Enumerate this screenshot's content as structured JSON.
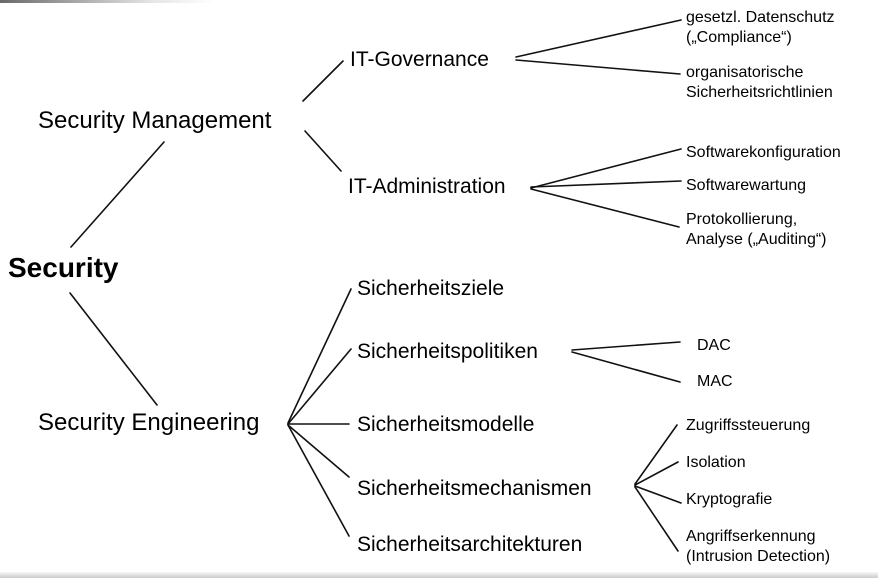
{
  "diagram": {
    "type": "tree",
    "language": "de",
    "colors": {
      "background": "#ffffff",
      "text": "#000000",
      "line": "#111111"
    },
    "nodes": {
      "root": {
        "label": "Security",
        "level": 0
      },
      "security_management": {
        "label": "Security Management",
        "level": 1
      },
      "security_engineering": {
        "label": "Security Engineering",
        "level": 1
      },
      "it_governance": {
        "label": "IT-Governance",
        "level": 2
      },
      "it_administration": {
        "label": "IT-Administration",
        "level": 2
      },
      "sicherheitsziele": {
        "label": "Sicherheitsziele",
        "level": 2
      },
      "sicherheitspolitiken": {
        "label": "Sicherheitspolitiken",
        "level": 2
      },
      "sicherheitsmodelle": {
        "label": "Sicherheitsmodelle",
        "level": 2
      },
      "sicherheitsmechanismen": {
        "label": "Sicherheitsmechanismen",
        "level": 2
      },
      "sicherheitsarchitekturen": {
        "label": "Sicherheitsarchitekturen",
        "level": 2
      },
      "gesetzl_datenschutz": {
        "label": "gesetzl. Datenschutz\n(„Compliance“)",
        "level": 3
      },
      "organisatorische_richtlinien": {
        "label": "organisatorische\nSicherheitsrichtlinien",
        "level": 3
      },
      "softwarekonfiguration": {
        "label": "Softwarekonfiguration",
        "level": 3
      },
      "softwarewartung": {
        "label": "Softwarewartung",
        "level": 3
      },
      "protokollierung": {
        "label": "Protokollierung,\nAnalyse („Auditing“)",
        "level": 3
      },
      "dac": {
        "label": "DAC",
        "level": 3
      },
      "mac": {
        "label": "MAC",
        "level": 3
      },
      "zugriffssteuerung": {
        "label": "Zugriffssteuerung",
        "level": 3
      },
      "isolation": {
        "label": "Isolation",
        "level": 3
      },
      "kryptografie": {
        "label": "Kryptografie",
        "level": 3
      },
      "angriffserkennung": {
        "label": "Angriffserkennung\n(Intrusion Detection)",
        "level": 3
      }
    },
    "edges": [
      {
        "from": "root",
        "to": "security_management"
      },
      {
        "from": "root",
        "to": "security_engineering"
      },
      {
        "from": "security_management",
        "to": "it_governance"
      },
      {
        "from": "security_management",
        "to": "it_administration"
      },
      {
        "from": "it_governance",
        "to": "gesetzl_datenschutz"
      },
      {
        "from": "it_governance",
        "to": "organisatorische_richtlinien"
      },
      {
        "from": "it_administration",
        "to": "softwarekonfiguration"
      },
      {
        "from": "it_administration",
        "to": "softwarewartung"
      },
      {
        "from": "it_administration",
        "to": "protokollierung"
      },
      {
        "from": "security_engineering",
        "to": "sicherheitsziele"
      },
      {
        "from": "security_engineering",
        "to": "sicherheitspolitiken"
      },
      {
        "from": "security_engineering",
        "to": "sicherheitsmodelle"
      },
      {
        "from": "security_engineering",
        "to": "sicherheitsmechanismen"
      },
      {
        "from": "security_engineering",
        "to": "sicherheitsarchitekturen"
      },
      {
        "from": "sicherheitspolitiken",
        "to": "dac"
      },
      {
        "from": "sicherheitspolitiken",
        "to": "mac"
      },
      {
        "from": "sicherheitsmechanismen",
        "to": "zugriffssteuerung"
      },
      {
        "from": "sicherheitsmechanismen",
        "to": "isolation"
      },
      {
        "from": "sicherheitsmechanismen",
        "to": "kryptografie"
      },
      {
        "from": "sicherheitsmechanismen",
        "to": "angriffserkennung"
      }
    ]
  }
}
